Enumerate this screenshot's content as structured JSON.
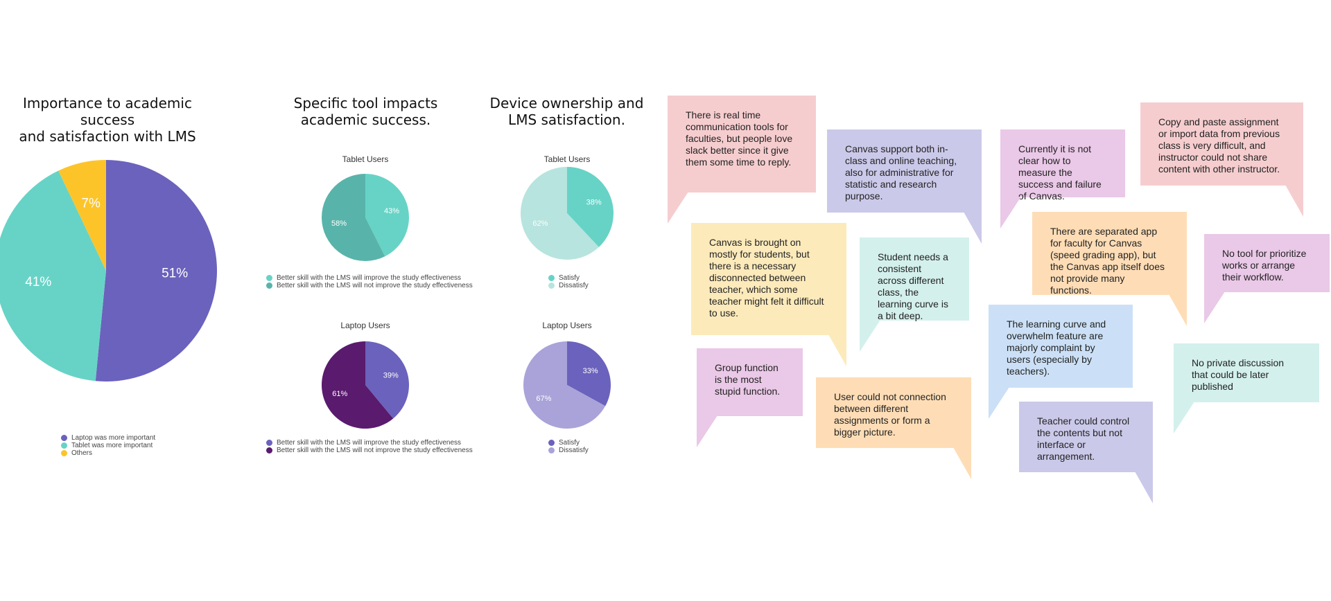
{
  "chart_data": [
    {
      "type": "pie",
      "title": "Importance to academic success\nand satisfaction with LMS",
      "slices": [
        {
          "label": "Laptop was more important",
          "value": 51,
          "display": "51%",
          "color": "#6B62BD"
        },
        {
          "label": "Tablet was more important",
          "value": 41,
          "display": "41%",
          "color": "#67D3C6"
        },
        {
          "label": "Others",
          "value": 7,
          "display": "7%",
          "color": "#FDC42A"
        }
      ]
    },
    {
      "type": "pie",
      "title": "Specific tool impacts\nacademic success.",
      "subtitle": "Tablet Users",
      "slices": [
        {
          "label": "Better skill with the LMS will improve the study effectiveness",
          "value": 43,
          "display": "43%",
          "color": "#67D3C6"
        },
        {
          "label": "Better skill with the LMS will not improve the study effectiveness",
          "value": 58,
          "display": "58%",
          "color": "#58B4AA"
        }
      ]
    },
    {
      "type": "pie",
      "subtitle": "Laptop Users",
      "slices": [
        {
          "label": "Better skill with the LMS will improve the study effectiveness",
          "value": 39,
          "display": "39%",
          "color": "#6B62BD"
        },
        {
          "label": "Better skill with the LMS will not improve the study effectiveness",
          "value": 61,
          "display": "61%",
          "color": "#5A1A6E"
        }
      ]
    },
    {
      "type": "pie",
      "title": "Device ownership and\nLMS satisfaction.",
      "subtitle": "Tablet Users",
      "slices": [
        {
          "label": "Satisfy",
          "value": 38,
          "display": "38%",
          "color": "#67D3C6"
        },
        {
          "label": "Dissatisfy",
          "value": 62,
          "display": "62%",
          "color": "#B7E4DE"
        }
      ]
    },
    {
      "type": "pie",
      "subtitle": "Laptop Users",
      "slices": [
        {
          "label": "Satisfy",
          "value": 33,
          "display": "33%",
          "color": "#6B62BD"
        },
        {
          "label": "Dissatisfy",
          "value": 67,
          "display": "67%",
          "color": "#A9A3D9"
        }
      ]
    }
  ],
  "quotes": [
    {
      "text": "There is real time communication tools for faculties, but people love slack better since it give them some time to reply.",
      "color": "#F6CDCF",
      "tail": "bottom-left"
    },
    {
      "text": "Canvas support both in-class and online teaching, also for administrative for statistic and research purpose.",
      "color": "#CBC9E9",
      "tail": "bottom-right"
    },
    {
      "text": "Currently it is not clear how to measure the success and failure of Canvas.",
      "color": "#EAC8E7",
      "tail": "bottom-left"
    },
    {
      "text": "Copy and paste assignment or import data from previous class is very difficult, and instructor could not share content with other instructor.",
      "color": "#F6CDCF",
      "tail": "bottom-right"
    },
    {
      "text": "Canvas is brought on mostly for students, but there is a necessary disconnected between teacher, which some teacher might felt it difficult to use.",
      "color": "#FCEABB",
      "tail": "bottom-right"
    },
    {
      "text": "Student needs a consistent across different class, the learning curve is a bit deep.",
      "color": "#D3F0EC",
      "tail": "bottom-left"
    },
    {
      "text": "There are separated app for faculty for Canvas (speed grading app), but the Canvas app itself does not provide many functions.",
      "color": "#FEDDB6",
      "tail": "bottom-right"
    },
    {
      "text": "No tool for prioritize works or arrange their workflow.",
      "color": "#EAC8E7",
      "tail": "bottom-left"
    },
    {
      "text": "The learning curve and overwhelm feature are majorly complaint by users (especially by teachers).",
      "color": "#CBE0F6",
      "tail": "bottom-left"
    },
    {
      "text": "Group function is the most stupid function.",
      "color": "#EAC8E7",
      "tail": "bottom-left"
    },
    {
      "text": "User could not connection between different assignments or form a bigger picture.",
      "color": "#FEDDB6",
      "tail": "bottom-right"
    },
    {
      "text": "No private discussion that could be later published",
      "color": "#D3F0EC",
      "tail": "bottom-left"
    },
    {
      "text": "Teacher could control the contents but not interface or arrangement.",
      "color": "#CBC9E9",
      "tail": "bottom-right"
    }
  ]
}
